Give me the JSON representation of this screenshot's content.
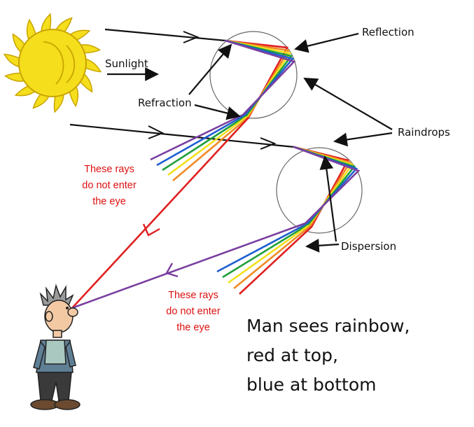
{
  "labels": {
    "sunlight": "Sunlight",
    "reflection": "Reflection",
    "refraction": "Refraction",
    "raindrops": "Raindrops",
    "dispersion": "Dispersion"
  },
  "notes": {
    "rays_upper": [
      "These rays",
      "do not enter",
      "the eye"
    ],
    "rays_lower": [
      "These rays",
      "do not enter",
      "the eye"
    ]
  },
  "caption": [
    "Man sees rainbow,",
    "red at top,",
    "blue at bottom"
  ],
  "colors": {
    "red": "#e02020",
    "orange": "#f08a24",
    "yellow": "#f2e01c",
    "green": "#1e9e3a",
    "blue": "#1f5fd0",
    "violet": "#7a3fa0",
    "sun": "#f5de1c",
    "sun_outline": "#c9a400",
    "note_text": "#dd1111"
  },
  "icons": {
    "sun": "sun-icon",
    "person": "man-icon"
  }
}
